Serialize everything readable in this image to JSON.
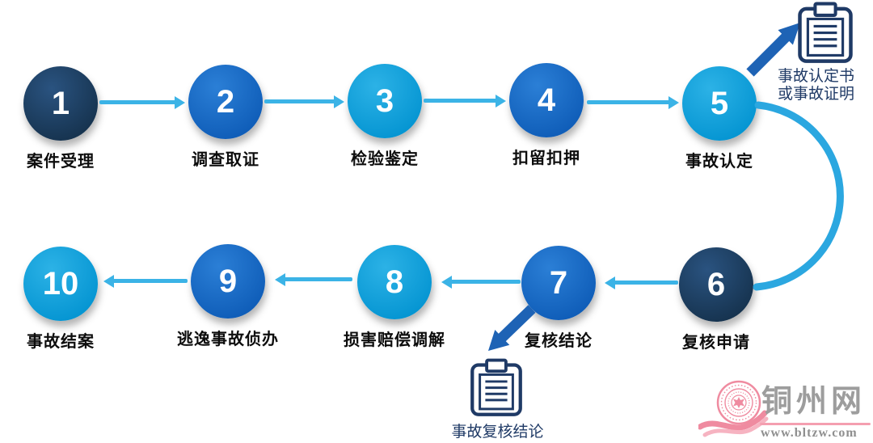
{
  "steps": [
    {
      "num": "1",
      "label": "案件受理",
      "color": "#1a3a5e"
    },
    {
      "num": "2",
      "label": "调查取证",
      "color": "#1266c2"
    },
    {
      "num": "3",
      "label": "检验鉴定",
      "color": "#0aa0d8"
    },
    {
      "num": "4",
      "label": "扣留扣押",
      "color": "#1266c2"
    },
    {
      "num": "5",
      "label": "事故认定",
      "color": "#0aa0d8"
    },
    {
      "num": "6",
      "label": "复核申请",
      "color": "#1a3a5e"
    },
    {
      "num": "7",
      "label": "复核结论",
      "color": "#1266c2"
    },
    {
      "num": "8",
      "label": "损害赔偿调解",
      "color": "#0aa0d8"
    },
    {
      "num": "9",
      "label": "逃逸事故侦办",
      "color": "#1266c2"
    },
    {
      "num": "10",
      "label": "事故结案",
      "color": "#0aa0d8"
    }
  ],
  "documents": [
    {
      "line1": "事故认定书",
      "line2": "或事故证明"
    },
    {
      "line1": "事故复核结论",
      "line2": ""
    }
  ],
  "connections": [
    "1→2",
    "2→3",
    "3→4",
    "4→5",
    "5→认定书",
    "5→6(弧线)",
    "6→7",
    "7→复核结论文书",
    "7→8",
    "8→9",
    "9→10"
  ],
  "watermark": {
    "site_name": "铜州网",
    "site_url": "www.bltzw.com"
  },
  "colors": {
    "circle_dark": "#1a3a5e",
    "circle_blue": "#1266c2",
    "circle_cyan": "#0aa0d8",
    "arrow": "#3bb3e6",
    "arc": "#2ba7e0",
    "diagonal_arrow": "#1e63b5",
    "doc_icon": "#1f3a66",
    "watermark_pink": "#f08da0",
    "watermark_gray": "#9d9d9d"
  }
}
